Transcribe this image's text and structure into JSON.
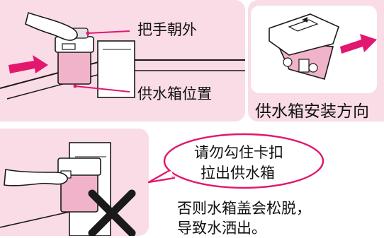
{
  "top_left": {
    "label_handle": "把手朝外",
    "label_position": "供水箱位置"
  },
  "top_right": {
    "caption": "供水箱安装方向"
  },
  "bottom": {
    "bubble_line1": "请勿勾住卡扣",
    "bubble_line2": "拉出供水箱",
    "warning_line1": "否则水箱盖会松脱，",
    "warning_line2": "导致水洒出。"
  },
  "colors": {
    "panel_pink": "#f9dce5",
    "tank_pink": "#f1b3c9",
    "accent_magenta": "#e2176e",
    "stroke": "#1a1a1a"
  },
  "icons": {
    "direction_arrow": "arrow-right-icon",
    "prohibited_mark": "x-mark-icon"
  }
}
